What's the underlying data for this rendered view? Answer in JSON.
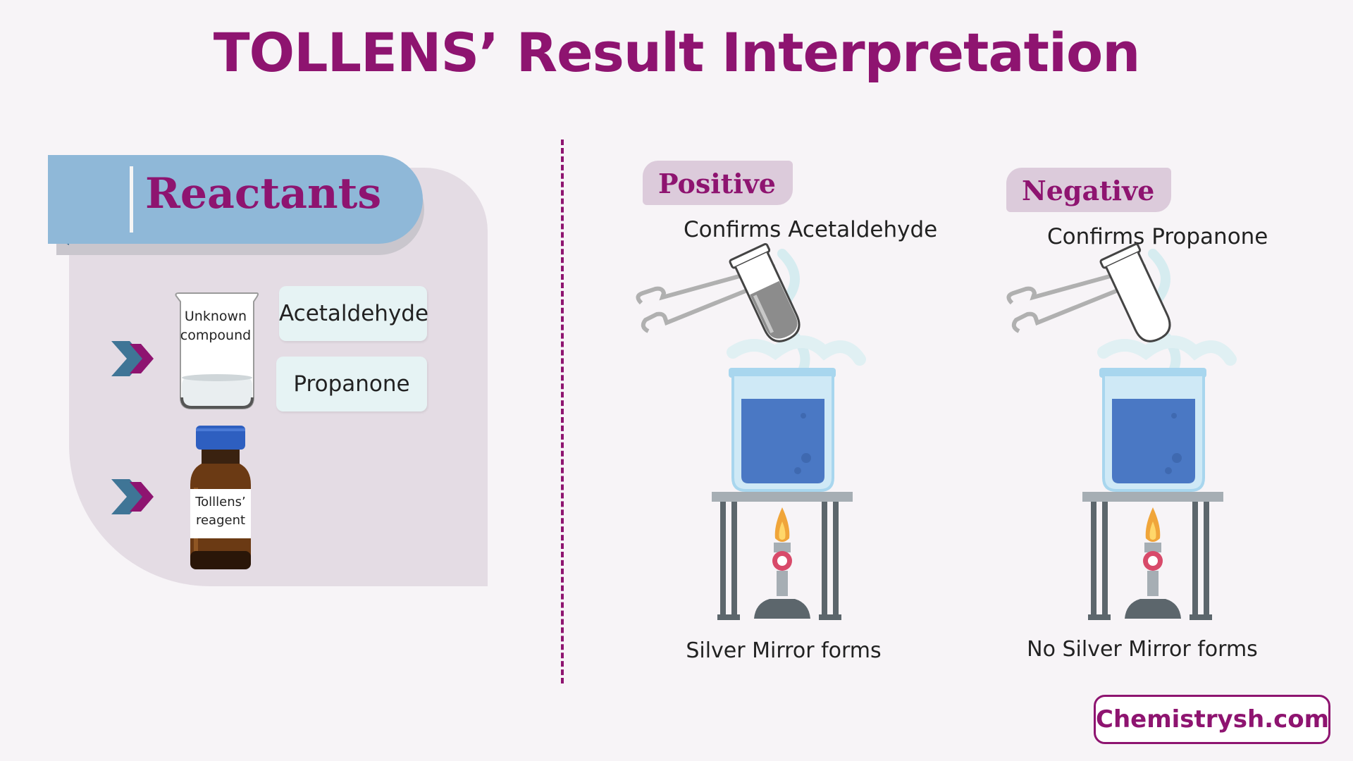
{
  "title": "TOLLENS’ Result Interpretation",
  "reactants": {
    "heading": "Reactants",
    "beaker_label_line1": "Unknown",
    "beaker_label_line2": "compound",
    "bottle_label_line1": "Tolllens’",
    "bottle_label_line2": "reagent",
    "options": [
      "Acetaldehyde",
      "Propanone"
    ]
  },
  "results": [
    {
      "tag": "Positive",
      "confirms": "Confirms Acetaldehyde",
      "caption": "Silver Mirror forms"
    },
    {
      "tag": "Negative",
      "confirms": "Confirms Propanone",
      "caption": "No Silver Mirror forms"
    }
  ],
  "website": "Chemistrysh.com",
  "colors": {
    "brand": "#8e1470",
    "header_blue": "#8fb8d8",
    "panel": "#e4dce4",
    "liquid_blue": "#4a78c4",
    "chevron_blue": "#3f7596"
  }
}
